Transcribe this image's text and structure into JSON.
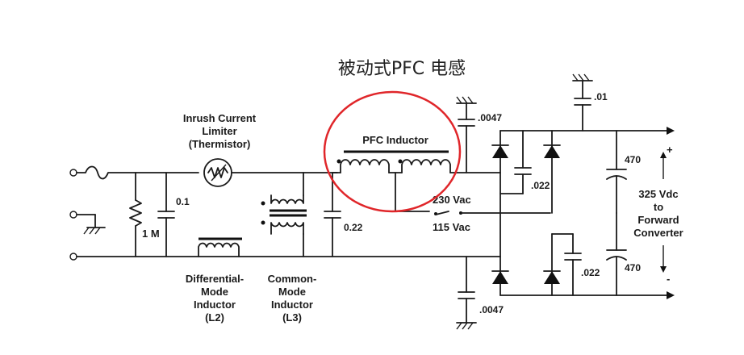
{
  "title": "被动式PFC 电感",
  "highlight_color": "#e0262a",
  "labels": {
    "inrush_1": "Inrush Current",
    "inrush_2": "Limiter",
    "inrush_3": "(Thermistor)",
    "pfc_inductor": "PFC Inductor",
    "cap_01_left": "0.1",
    "res_1m": "1 M",
    "cap_022_input": "0.22",
    "vac_230": "230 Vac",
    "vac_115": "115 Vac",
    "cap_0047_top": ".0047",
    "cap_0047_bottom": ".0047",
    "cap_01_top": ".01",
    "cap_022_upper": ".022",
    "cap_022_lower": ".022",
    "cap_470_upper": "470",
    "cap_470_lower": "470",
    "plus": "+",
    "minus": "-",
    "out_1": "325 Vdc",
    "out_2": "to",
    "out_3": "Forward",
    "out_4": "Converter",
    "l2_1": "Differential-",
    "l2_2": "Mode",
    "l2_3": "Inductor",
    "l2_4": "(L2)",
    "l3_1": "Common-",
    "l3_2": "Mode",
    "l3_3": "Inductor",
    "l3_4": "(L3)"
  }
}
